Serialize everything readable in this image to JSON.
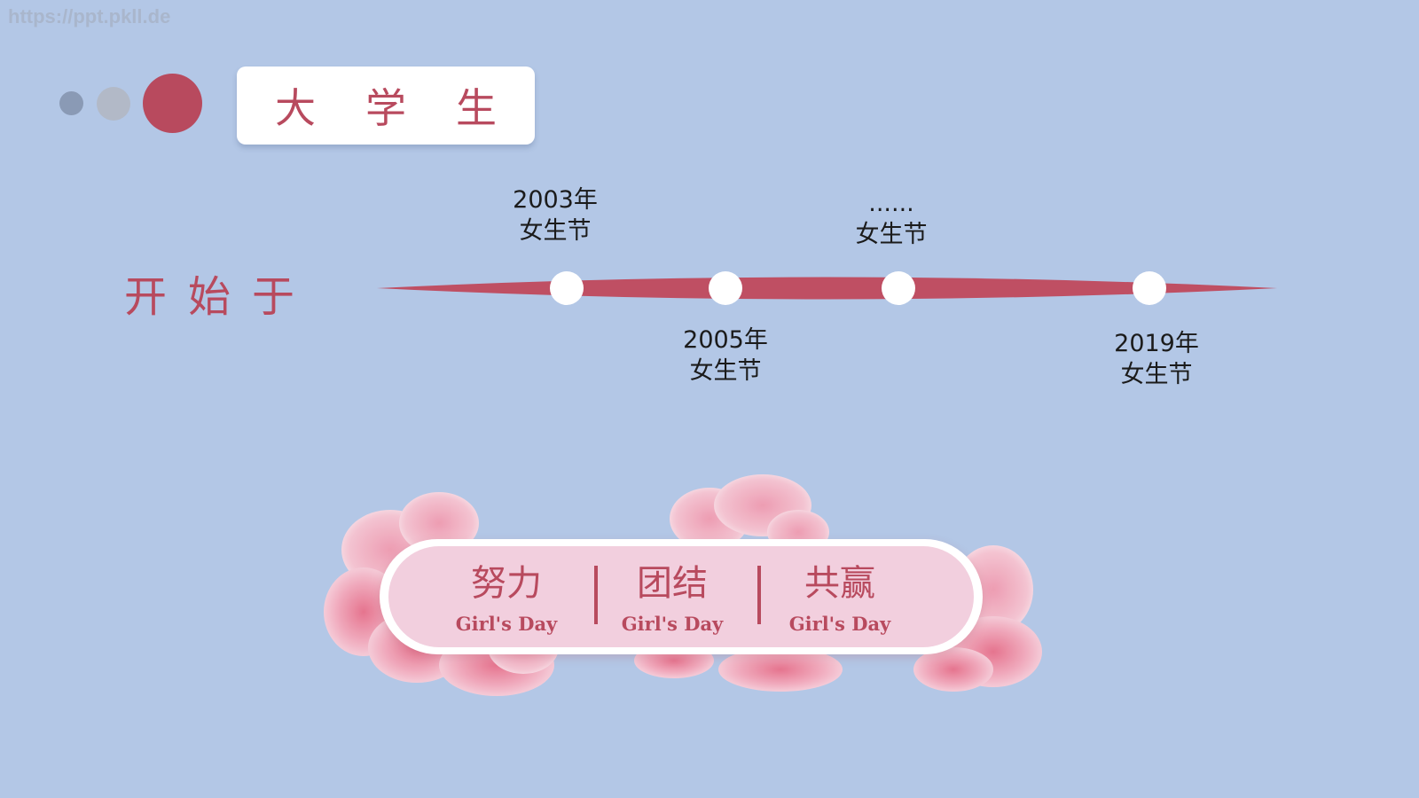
{
  "watermark": "https://ppt.pkll.de",
  "colors": {
    "accent": "#b84a5e",
    "timeline": "#bf4f63",
    "background": "#b3c7e6",
    "node": "#ffffff",
    "card_fill": "#f2cfde",
    "text_dark": "#1b1b1b"
  },
  "title": "大学生",
  "start_label": "开始于",
  "timeline": {
    "nodes": [
      {
        "year": "2003年",
        "name": "女生节"
      },
      {
        "year": "2005年",
        "name": "女生节"
      },
      {
        "year": "......",
        "name": "女生节"
      },
      {
        "year": "2019年",
        "name": "女生节"
      }
    ]
  },
  "motto": [
    {
      "zh": "努力",
      "en": "Girl's Day"
    },
    {
      "zh": "团结",
      "en": "Girl's Day"
    },
    {
      "zh": "共赢",
      "en": "Girl's Day"
    }
  ],
  "decoration": {
    "petals_icon": "cherry-blossom-petals"
  }
}
